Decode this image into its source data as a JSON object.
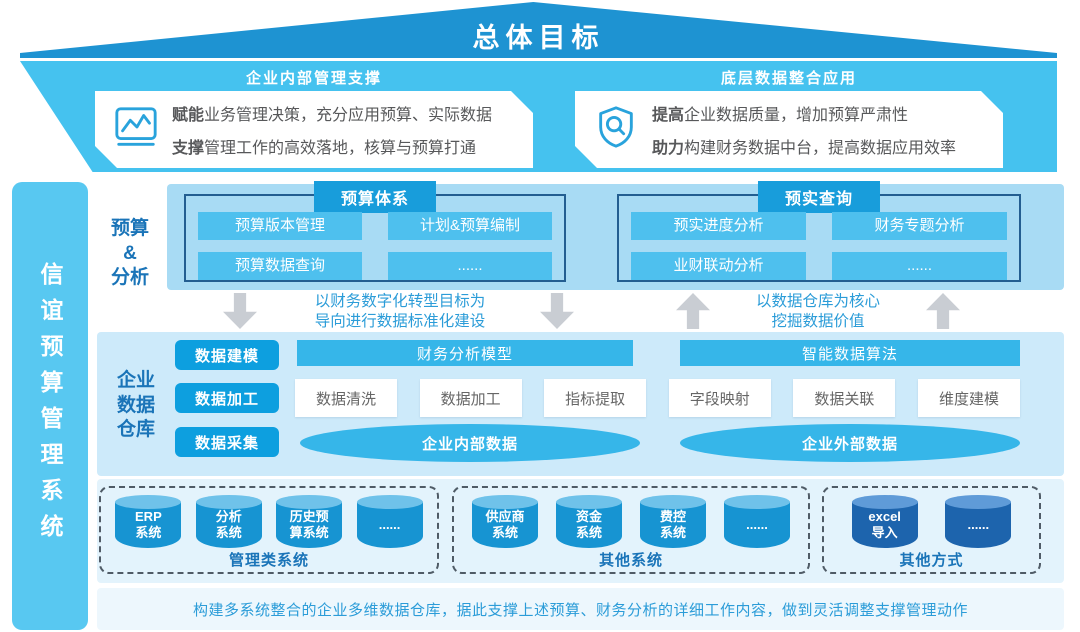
{
  "title": "总体目标",
  "sidebar": {
    "label": "信谊预算管理系统"
  },
  "goals": {
    "left": {
      "header": "企业内部管理支撑",
      "icon": "line-chart-icon",
      "lines": [
        {
          "bold": "赋能",
          "rest": "业务管理决策，充分应用预算、实际数据"
        },
        {
          "bold": "支撑",
          "rest": "管理工作的高效落地，核算与预算打通"
        }
      ]
    },
    "right": {
      "header": "底层数据整合应用",
      "icon": "shield-search-icon",
      "lines": [
        {
          "bold": "提高",
          "rest": "企业数据质量，增加预算严肃性"
        },
        {
          "bold": "助力",
          "rest": "构建财务数据中台，提高数据应用效率"
        }
      ]
    }
  },
  "budget_analysis": {
    "section_label": "预算\n&\n分析",
    "boxes": [
      {
        "tab": "预算体系",
        "cells": [
          "预算版本管理",
          "计划&预算编制",
          "预算数据查询",
          "......"
        ]
      },
      {
        "tab": "预实查询",
        "cells": [
          "预实进度分析",
          "财务专题分析",
          "业财联动分析",
          "......"
        ]
      }
    ],
    "flows": [
      {
        "direction": "down",
        "caption": "以财务数字化转型目标为\n导向进行数据标准化建设"
      },
      {
        "direction": "up",
        "caption": "以数据仓库为核心\n挖掘数据价值"
      }
    ]
  },
  "warehouse": {
    "section_label": "企业\n数据\n仓库",
    "layer_buttons": [
      "数据建模",
      "数据加工",
      "数据采集"
    ],
    "model_bars": [
      "财务分析模型",
      "智能数据算法"
    ],
    "process_cells": [
      "数据清洗",
      "数据加工",
      "指标提取",
      "字段映射",
      "数据关联",
      "维度建模"
    ],
    "data_pools": [
      "企业内部数据",
      "企业外部数据"
    ]
  },
  "sources": {
    "groups": [
      {
        "label": "管理类系统",
        "cylinders": [
          "ERP\n系统",
          "分析\n系统",
          "历史预\n算系统",
          "......"
        ]
      },
      {
        "label": "其他系统",
        "cylinders": [
          "供应商\n系统",
          "资金\n系统",
          "费控\n系统",
          "......"
        ]
      },
      {
        "label": "其他方式",
        "cylinders": [
          "excel\n导入",
          "......"
        ]
      }
    ]
  },
  "footer": {
    "caption": "构建多系统整合的企业多维数据仓库，据此支撑上述预算、财务分析的详细工作内容，做到灵活调整支撑管理动作"
  },
  "colors": {
    "roof": "#1e93d2",
    "band": "#45c2ef",
    "accent_tab": "#189ddb",
    "cell_blue": "#4ec0ee",
    "panel_a": "#a8dbf4",
    "panel_b": "#cdeafa",
    "panel_c": "#e3f3fc",
    "deep_label": "#1a74b8",
    "caption_blue": "#2b9cd8",
    "cylinder_blue": "#1794d2",
    "cylinder_dark": "#1d64ad"
  }
}
